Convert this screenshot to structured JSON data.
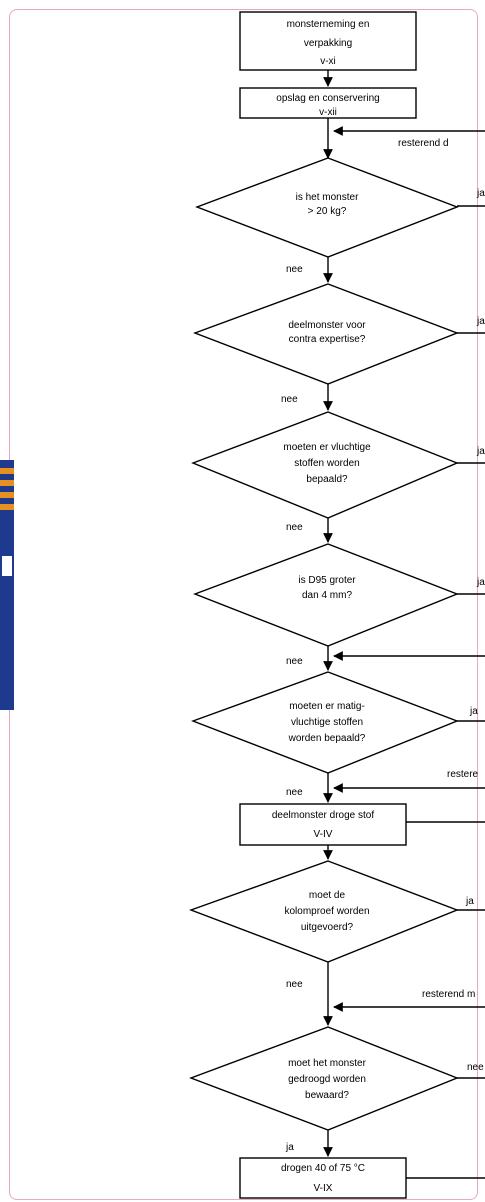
{
  "boxes": {
    "b1": {
      "l1": "monsterneming en",
      "l2": "verpakking",
      "l3": "v-xi"
    },
    "b2": {
      "l1": "opslag en conservering",
      "l2": "v-xii"
    },
    "b3": {
      "l1": "deelmonster droge stof",
      "l2": "V-IV"
    },
    "b4": {
      "l1": "drogen 40 of 75 °C",
      "l2": "V-IX"
    }
  },
  "decisions": {
    "d1": {
      "l1": "is het monster",
      "l2": "> 20 kg?"
    },
    "d2": {
      "l1": "deelmonster voor",
      "l2": "contra expertise?"
    },
    "d3": {
      "l1": "moeten er vluchtige",
      "l2": "stoffen worden",
      "l3": "bepaald?"
    },
    "d4": {
      "l1": "is D95 groter",
      "l2": "dan 4 mm?"
    },
    "d5": {
      "l1": "moeten er matig-",
      "l2": "vluchtige stoffen",
      "l3": "worden bepaald?"
    },
    "d6": {
      "l1": "moet de",
      "l2": "kolomproef worden",
      "l3": "uitgevoerd?"
    },
    "d7": {
      "l1": "moet het monster",
      "l2": "gedroogd worden",
      "l3": "bewaard?"
    }
  },
  "labels": {
    "yes": "ja",
    "no": "nee",
    "resterend_top": "resterend d",
    "resterend_mid": "restere",
    "resterend_low": "resterend m"
  },
  "colors": {
    "frame_border": "#e8a6c8",
    "logo_blue": "#1d3a8f",
    "logo_orange": "#e8901f"
  }
}
